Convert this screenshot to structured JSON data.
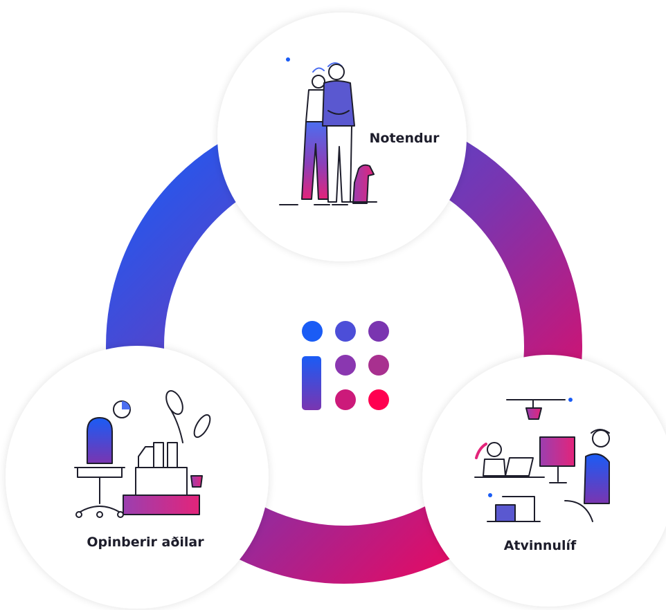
{
  "nodes": {
    "top": {
      "label": "Notendur",
      "illustration": "couple-with-dog-icon"
    },
    "left": {
      "label": "Opinberir aðilar",
      "illustration": "office-desk-icon"
    },
    "right": {
      "label": "Atvinnulíf",
      "illustration": "workplace-people-icon"
    }
  },
  "center_logo": {
    "icon": "island-is-logo-icon"
  },
  "colors": {
    "blue": "#1a5cf5",
    "purple": "#7a35b0",
    "magenta": "#cc1a7a",
    "red": "#ff0050",
    "text": "#1d1d2b"
  }
}
